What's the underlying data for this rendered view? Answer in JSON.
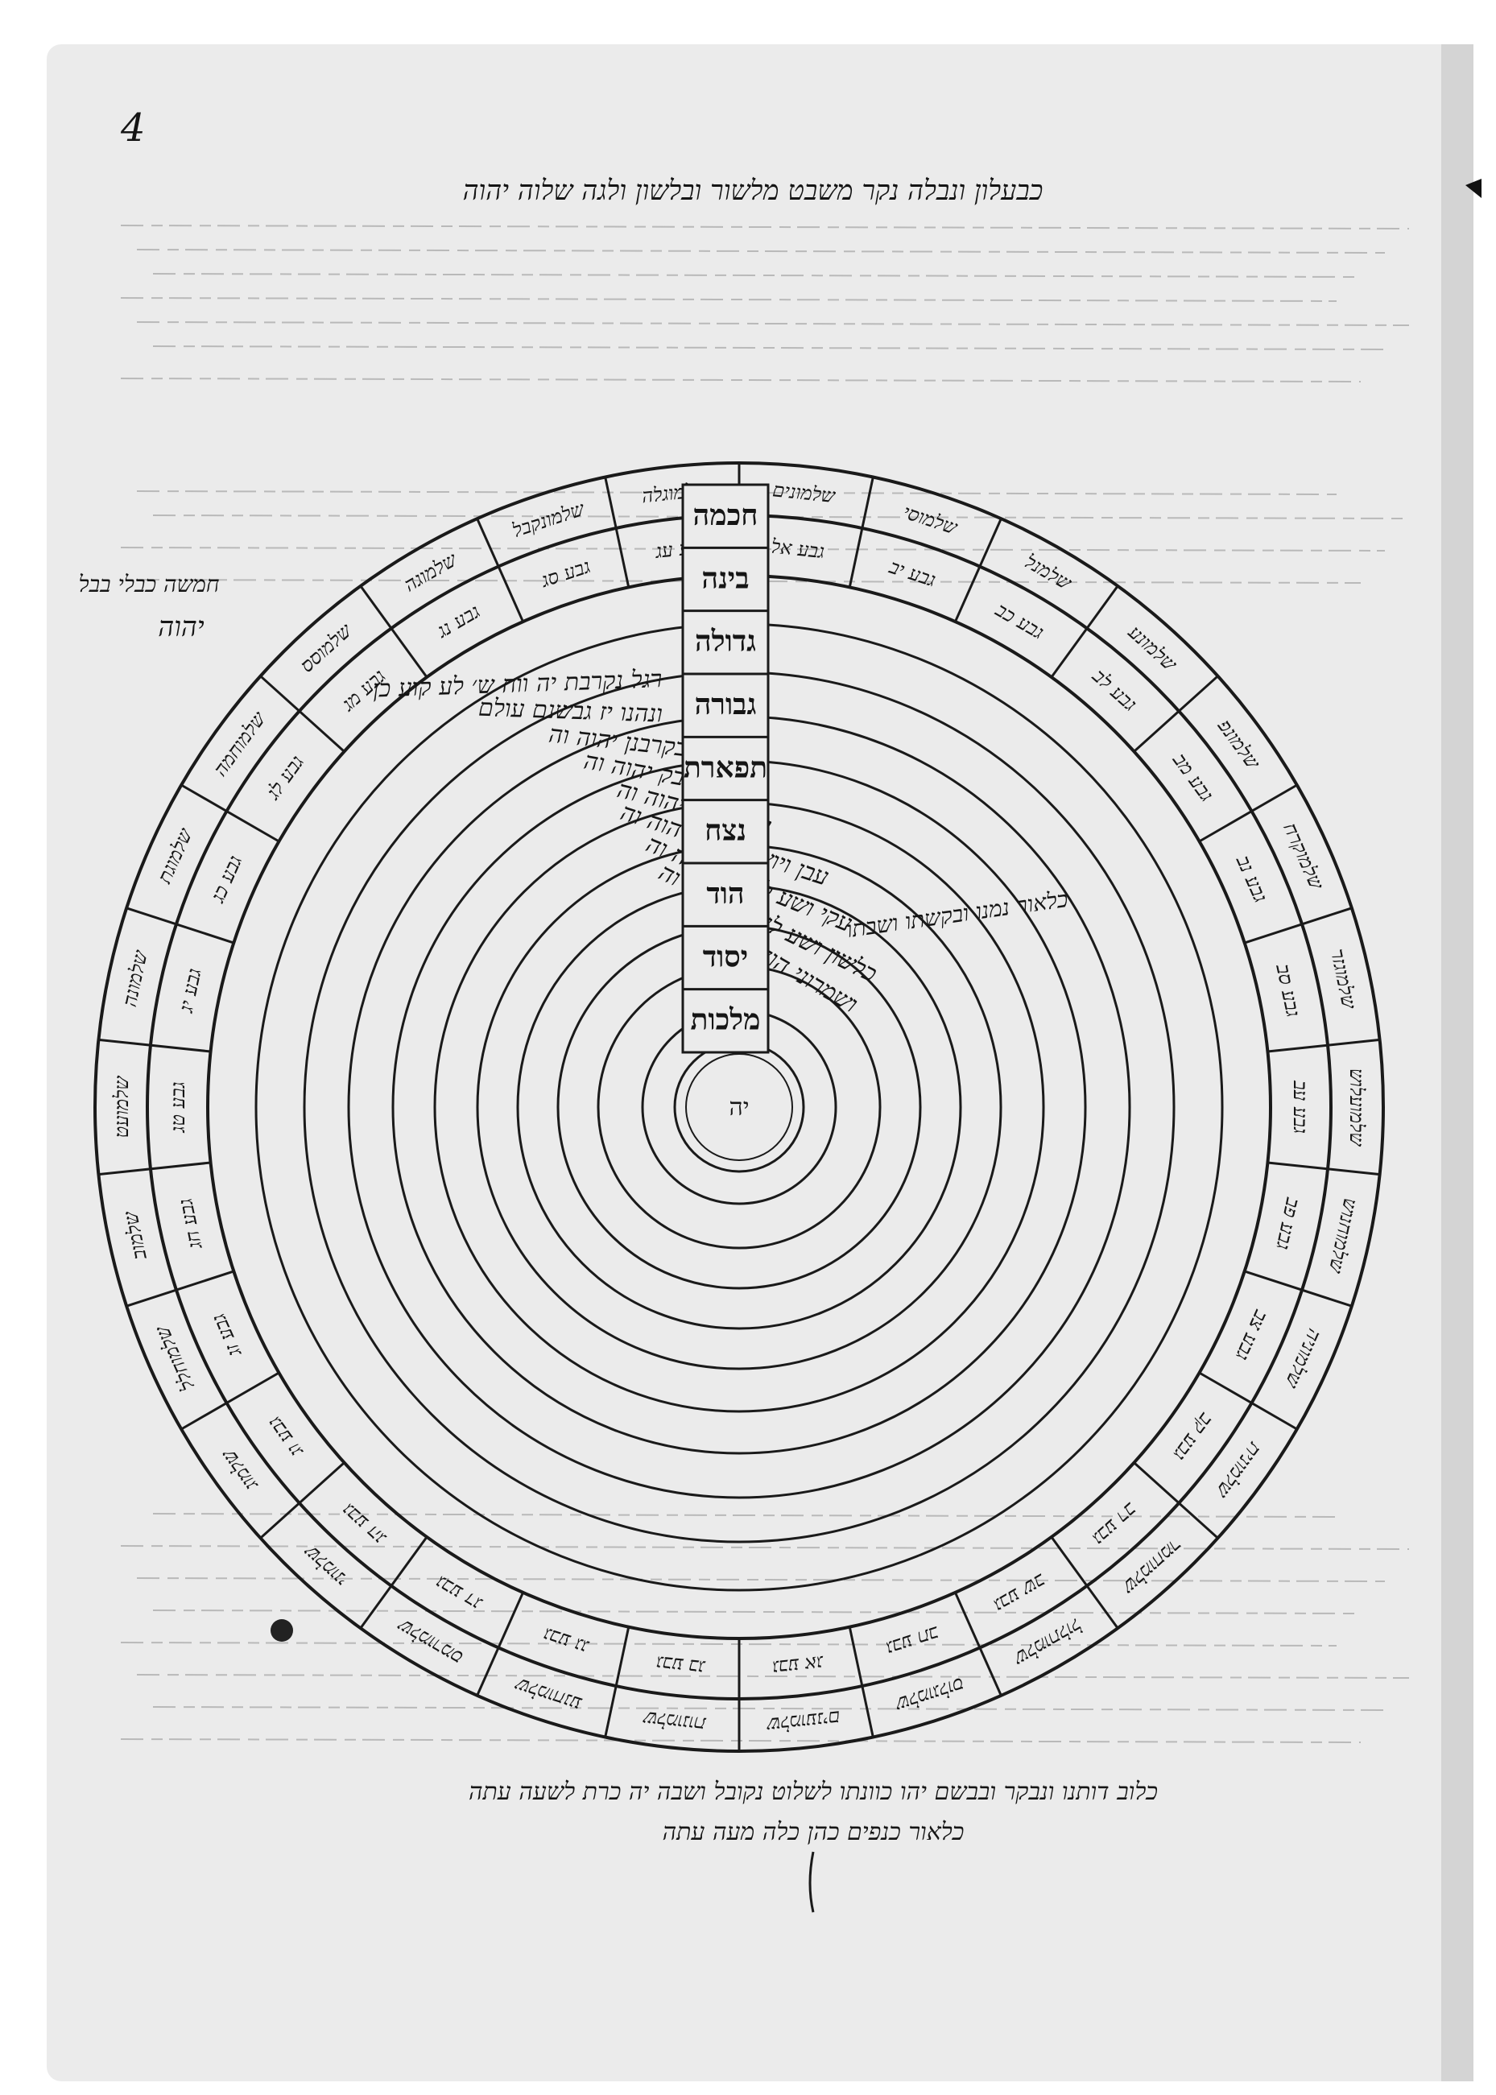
{
  "page": {
    "folio_number": "4",
    "header_line": "כבעלון ונבלה נקר משבט מלשור ובלשון ולגה שלוה יהוה",
    "footer_line_1": "כלוב דותנו ונבקר ובבשם יהו כוונתו לשלוט נקובל ושבה יה כרת לשעה עתה",
    "footer_line_2": "כלאור כנפים כהן כלה מעה עתה"
  },
  "sefirot": [
    "חכמה",
    "בינה",
    "גדולה",
    "גבורה",
    "תפארת",
    "נצח",
    "הוד",
    "יסוד",
    "מלכות"
  ],
  "ring_inscriptions": [
    "רגל נקרבת יה ווח ש׳ לע קוע כן",
    "ונהנו יז גבשנם עולם",
    "בקרבנן יהוה וה",
    "גמק נבק יהוה וה",
    "גקס נשא יהוה וה",
    "עבן ויוש לעולם יהוה וה",
    "עקי ושע לעולם יהוה וה",
    "כלשון ושע לעולם יהוה וה",
    "ושמרוני הוחל יהוה"
  ],
  "outer_ring_cells": [
    "שלמונים",
    "שלמוסי",
    "שלמנל",
    "שלמונע",
    "שלמונפ",
    "שלמוקרח",
    "שלמוגזר",
    "שלמועלוש",
    "שלמוחנוש",
    "שלמוניה",
    "שלמונית",
    "שלמוחמר",
    "שלמותלול",
    "שלמוגלוס",
    "שלמוענים",
    "שלמונות",
    "שלמוחנע",
    "שלמורמס",
    "שלמוני",
    "שלמוג",
    "שלמוחלל",
    "שלמוב",
    "שלמועט",
    "שלמונה",
    "שלמוגת",
    "שלמוחמה",
    "שלמוסס",
    "שלמוגה",
    "שלמונקבל",
    "שלמוגלה"
  ],
  "inner_ring_cells": [
    "גבע אל",
    "גבע יב",
    "גבע כב",
    "גבע לב",
    "גבע מב",
    "גבע נב",
    "גבע סב",
    "גבע עב",
    "גבע פב",
    "גבע צב",
    "גבע קב",
    "גבע רב",
    "גבע שב",
    "גבע תב",
    "גבע אג",
    "גבע בג",
    "גבע גג",
    "גבע דג",
    "גבע הג",
    "גבע וג",
    "גבע זג",
    "גבע חג",
    "גבע טג",
    "גבע יג",
    "גבע כג",
    "גבע לג",
    "גבע מג",
    "גבע נג",
    "גבע סג",
    "גבע עג"
  ],
  "marginalia": {
    "left_note": "חמשה כבלי בבל",
    "left_name": "יהוה",
    "right_note": "כלאור נמנו ובקשתו ושבתו"
  },
  "center_label": "יה",
  "colors": {
    "page": "#ebebeb",
    "ink": "#1a1a1a",
    "bleed": "#9a9a9a"
  }
}
